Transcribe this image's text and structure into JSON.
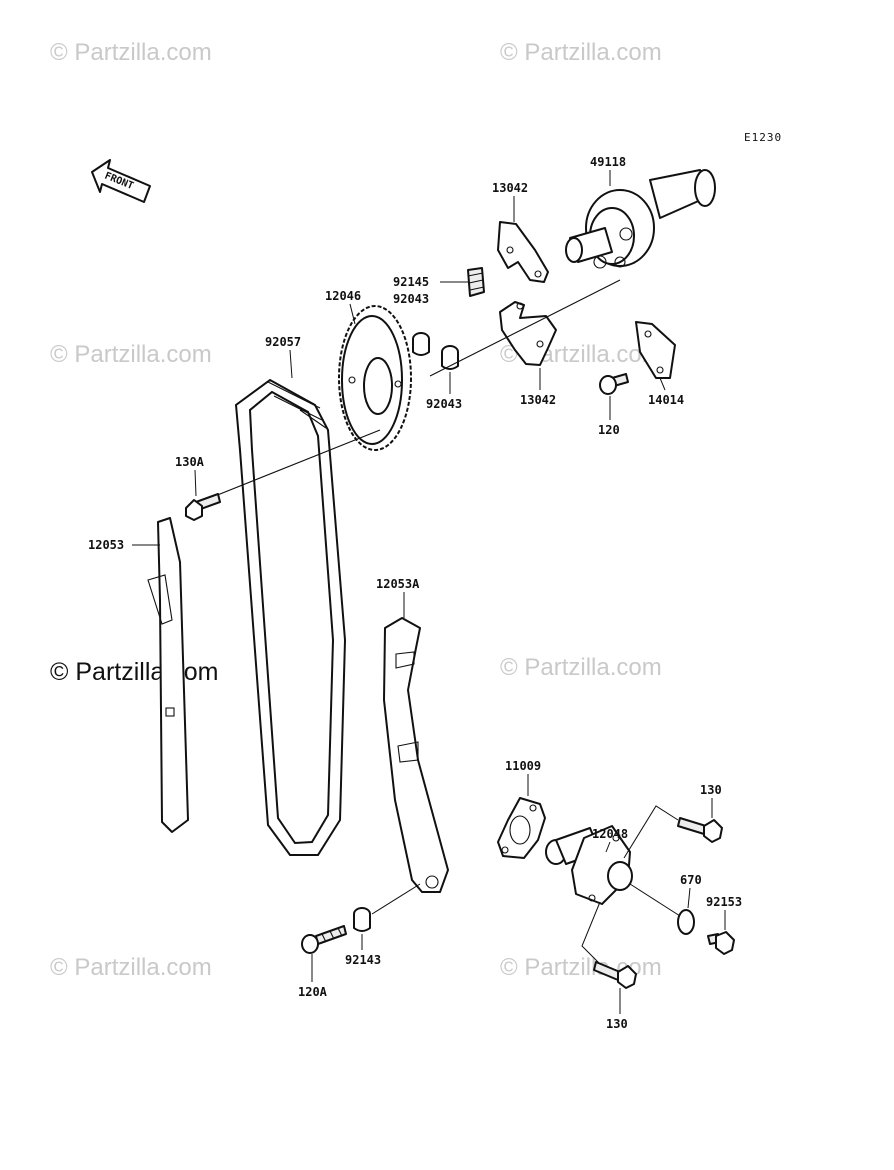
{
  "diagram_code": "E1230",
  "front_arrow_label": "FRONT",
  "watermark_text": "© Partzilla.com",
  "part_labels": {
    "p49118": "49118",
    "p13042_top": "13042",
    "p13042_bottom": "13042",
    "p92145": "92145",
    "p12046": "12046",
    "p92043_top": "92043",
    "p92043_bottom": "92043",
    "p92057": "92057",
    "p14014": "14014",
    "p120": "120",
    "p130A": "130A",
    "p12053": "12053",
    "p12053A": "12053A",
    "p11009": "11009",
    "p12048": "12048",
    "p130_top": "130",
    "p670": "670",
    "p92153": "92153",
    "p130_bottom": "130",
    "p92143": "92143",
    "p120A": "120A"
  }
}
